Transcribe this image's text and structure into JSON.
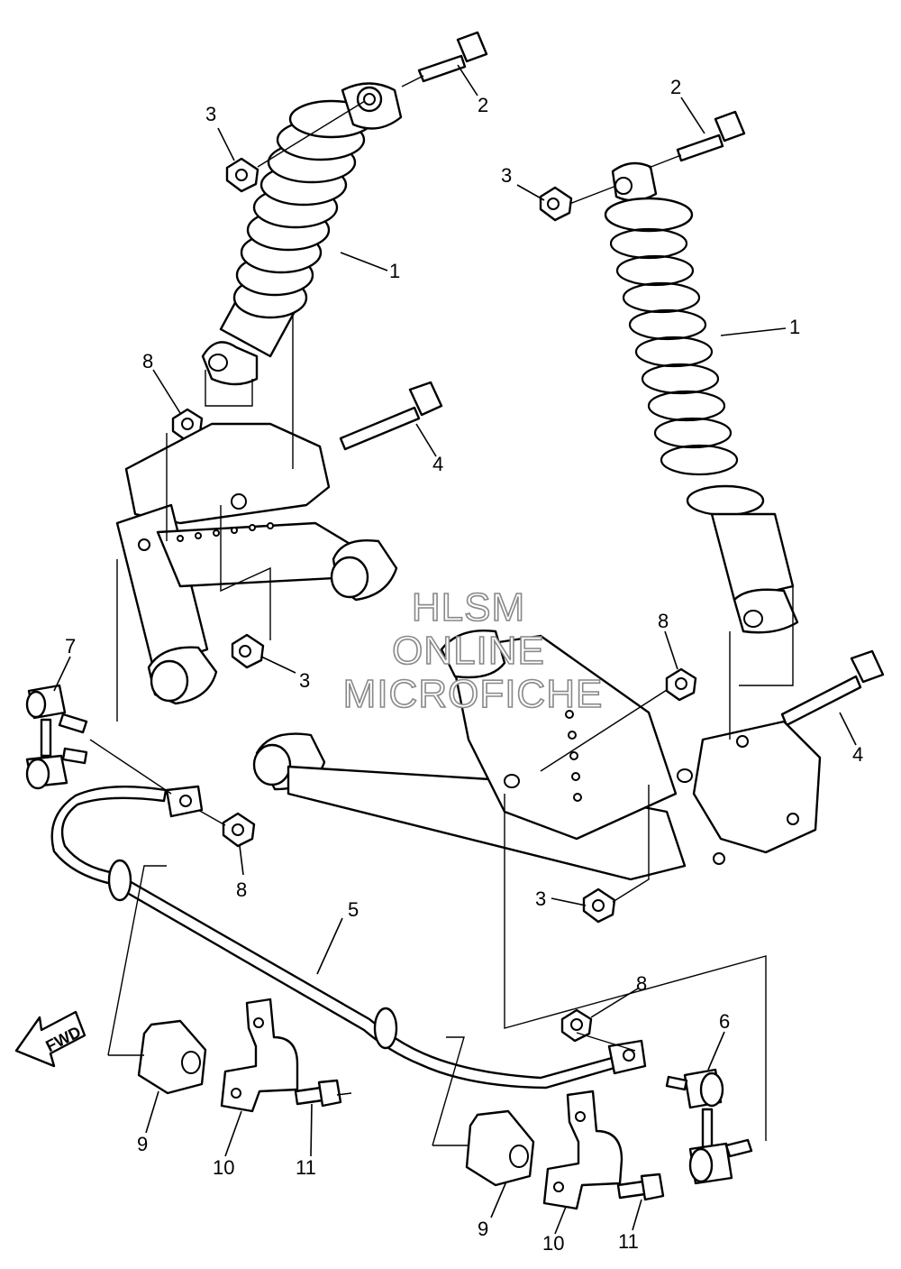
{
  "watermark": {
    "line1": "HLSM",
    "line2": "ONLINE",
    "line3": "MICROFICHE"
  },
  "direction_arrow": {
    "label": "FWD",
    "icon": "fwd-arrow-icon"
  },
  "callouts": {
    "c1a": "1",
    "c1b": "1",
    "c2a": "2",
    "c2b": "2",
    "c3a": "3",
    "c3b": "3",
    "c3c": "3",
    "c3d": "3",
    "c4a": "4",
    "c4b": "4",
    "c5": "5",
    "c6": "6",
    "c7": "7",
    "c8a": "8",
    "c8b": "8",
    "c8c": "8",
    "c8d": "8",
    "c9a": "9",
    "c9b": "9",
    "c10a": "10",
    "c10b": "10",
    "c11a": "11",
    "c11b": "11"
  }
}
